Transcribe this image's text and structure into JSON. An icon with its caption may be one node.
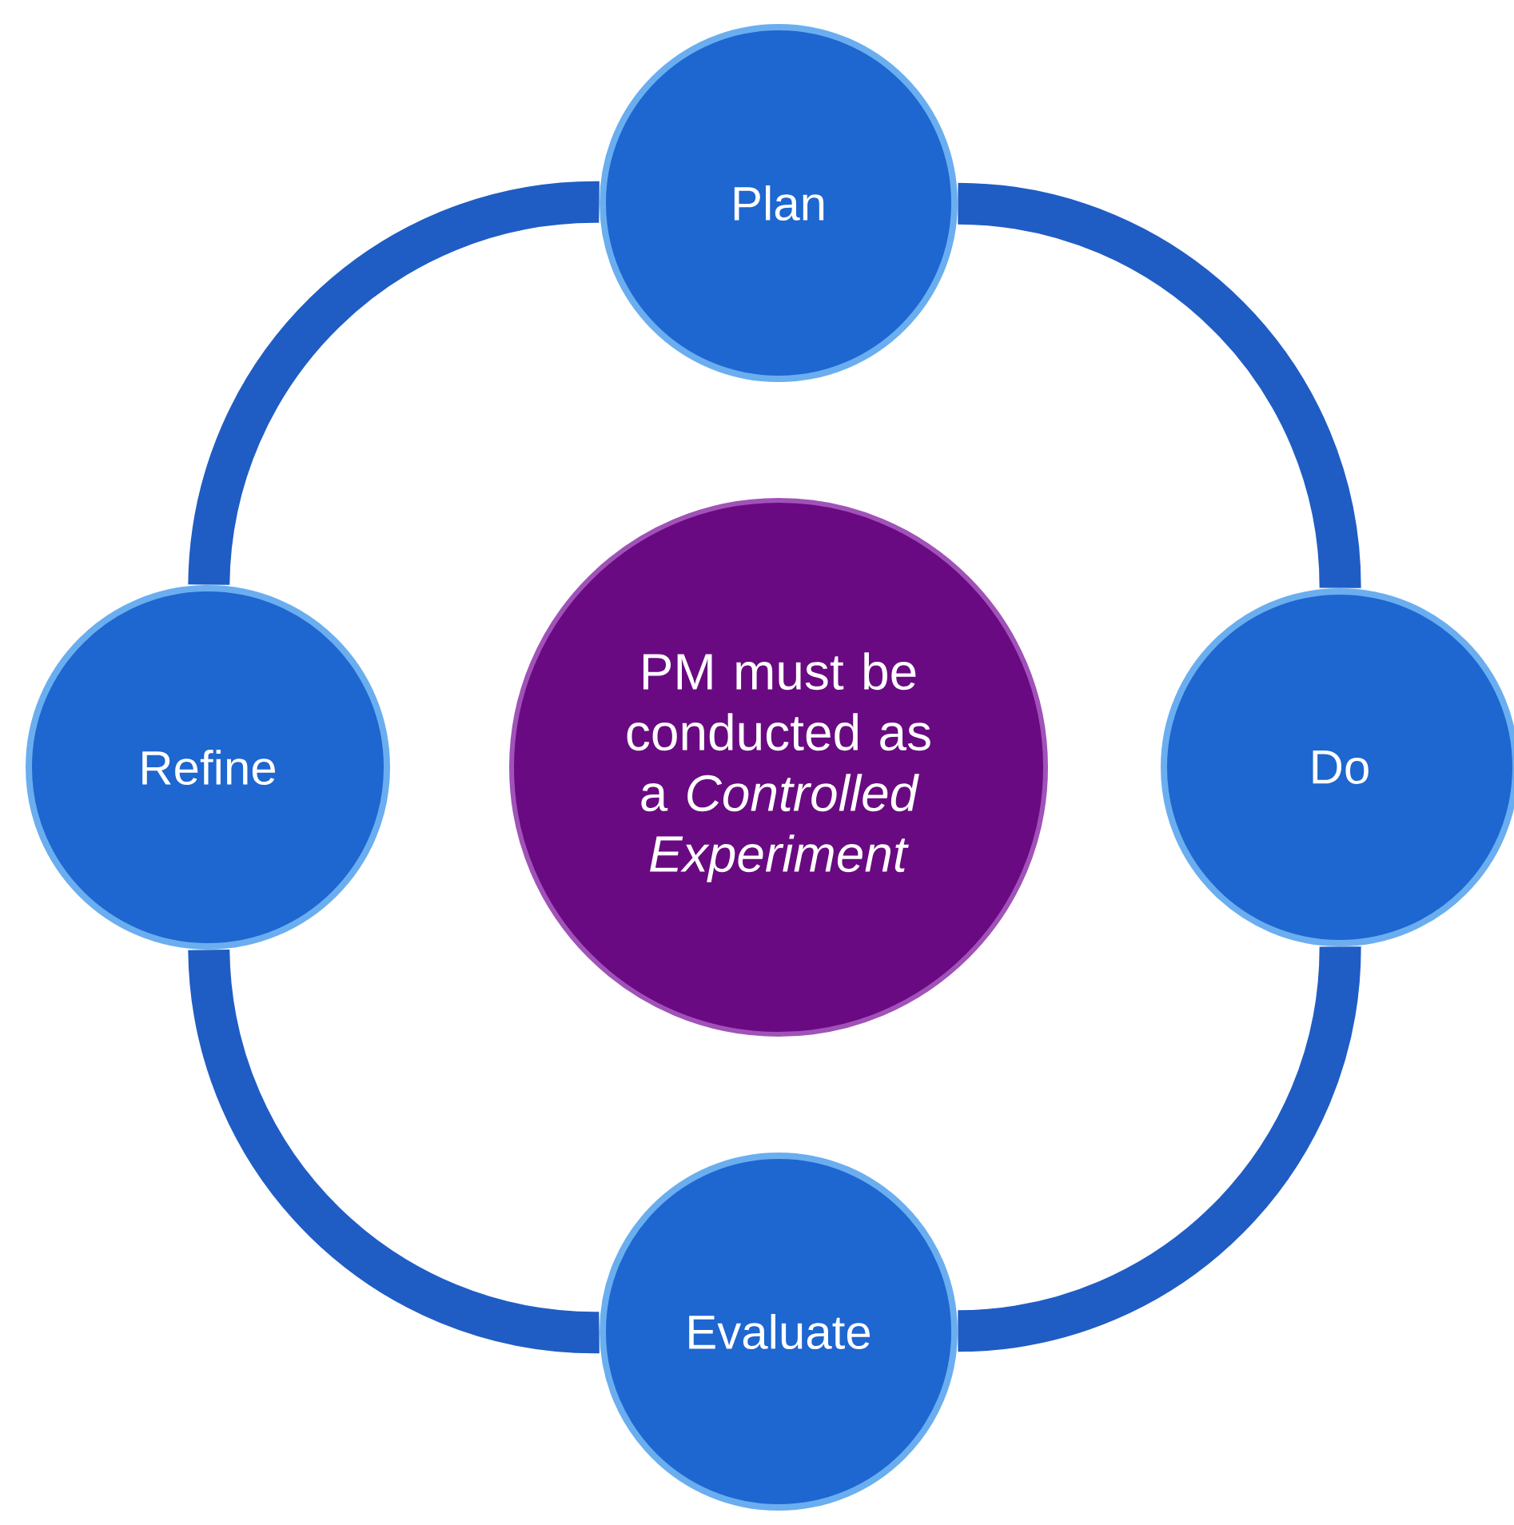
{
  "diagram": {
    "nodes": [
      {
        "text": [
          "Plan"
        ]
      },
      {
        "text": [
          "Do"
        ]
      },
      {
        "text": [
          "Evaluate"
        ]
      },
      {
        "text": [
          "Refine"
        ]
      },
      {
        "text": [
          "PM must be conducted as a *Controlled Experiment*"
        ]
      }
    ],
    "edges": [
      {
        "from": 0,
        "to": 1,
        "arrow": "none"
      },
      {
        "from": 1,
        "to": 2,
        "arrow": "none"
      },
      {
        "from": 2,
        "to": 3,
        "arrow": "none"
      },
      {
        "from": 3,
        "to": 0,
        "arrow": "none"
      }
    ]
  }
}
